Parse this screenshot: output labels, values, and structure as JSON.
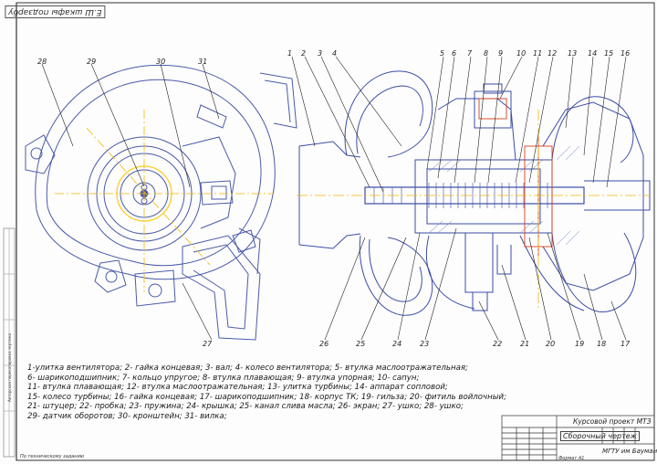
{
  "corner_label": "Е.Ш шкафы подзарбу",
  "callouts_left": [
    "28",
    "29",
    "30",
    "31"
  ],
  "callouts_right_top": [
    "1",
    "2",
    "3",
    "4",
    "5",
    "6",
    "7",
    "8",
    "9",
    "10",
    "11",
    "12",
    "13",
    "14",
    "15",
    "16"
  ],
  "callouts_bottom_left": [
    "27"
  ],
  "callouts_bottom_right": [
    "26",
    "25",
    "24",
    "23",
    "22",
    "21",
    "20",
    "19",
    "18",
    "17"
  ],
  "legend": [
    "1-улитка вентилятора; 2- гайка концевая; 3- вал; 4- колесо вентилятора; 5- втулка маслоотражательная;",
    "6- шарикоподшипник; 7- кольцо упругое; 8- втулка плавающая; 9- втулка упорная; 10- сапун;",
    "11- втулка плавающая; 12- втулка маслоотражательная; 13- улитка турбины; 14- аппарат сопловой;",
    "15- колесо турбины; 16- гайка концевая; 17- шарикоподшипник; 18- корпус ТК; 19- гильза; 20- фитиль войлочный;",
    "21- штуцер; 22- пробка; 23- пружина; 24- крышка; 25- канал слива масла; 26- экран; 27- ушко; 28- ушко;",
    "29- датчик оборотов; 30- кронштейн; 31- вилка;"
  ],
  "title_block": {
    "project": "Курсовой проект МТЗ",
    "drawing_name": "Сборочный чертеж",
    "organization": "МГТУ им Баумана"
  },
  "side_text": "Авторская перекопировка чертежа",
  "bottom_left_text": "По техническому заданию",
  "bottom_right_text": "Формат   А1"
}
